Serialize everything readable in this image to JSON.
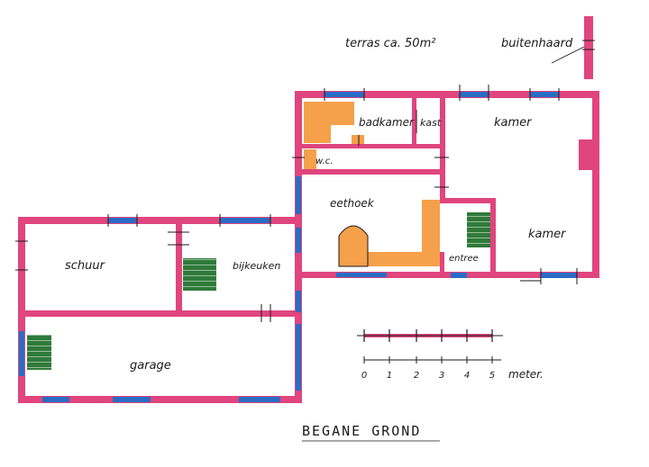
{
  "labels": {
    "terras": "terras ca. 50m²",
    "buitenhaard": "buitenhaard",
    "badkamer": "badkamer",
    "kast": "kast",
    "kamer_top": "kamer",
    "wc": "w.c.",
    "eethoek": "eethoek",
    "kamer_right": "kamer",
    "entree": "entree",
    "schuur": "schuur",
    "bijkeuken": "bijkeuken",
    "garage": "garage",
    "title": "BEGANE GROND"
  },
  "scale": {
    "ticks": [
      "0",
      "1",
      "2",
      "3",
      "4",
      "5"
    ],
    "unit": "meter."
  },
  "colors": {
    "wall": "#e0457e",
    "window": "#2a6cc4",
    "fixture": "#f5a04a",
    "stairs": "#2f7a3a",
    "ink": "#1a1a1a"
  }
}
